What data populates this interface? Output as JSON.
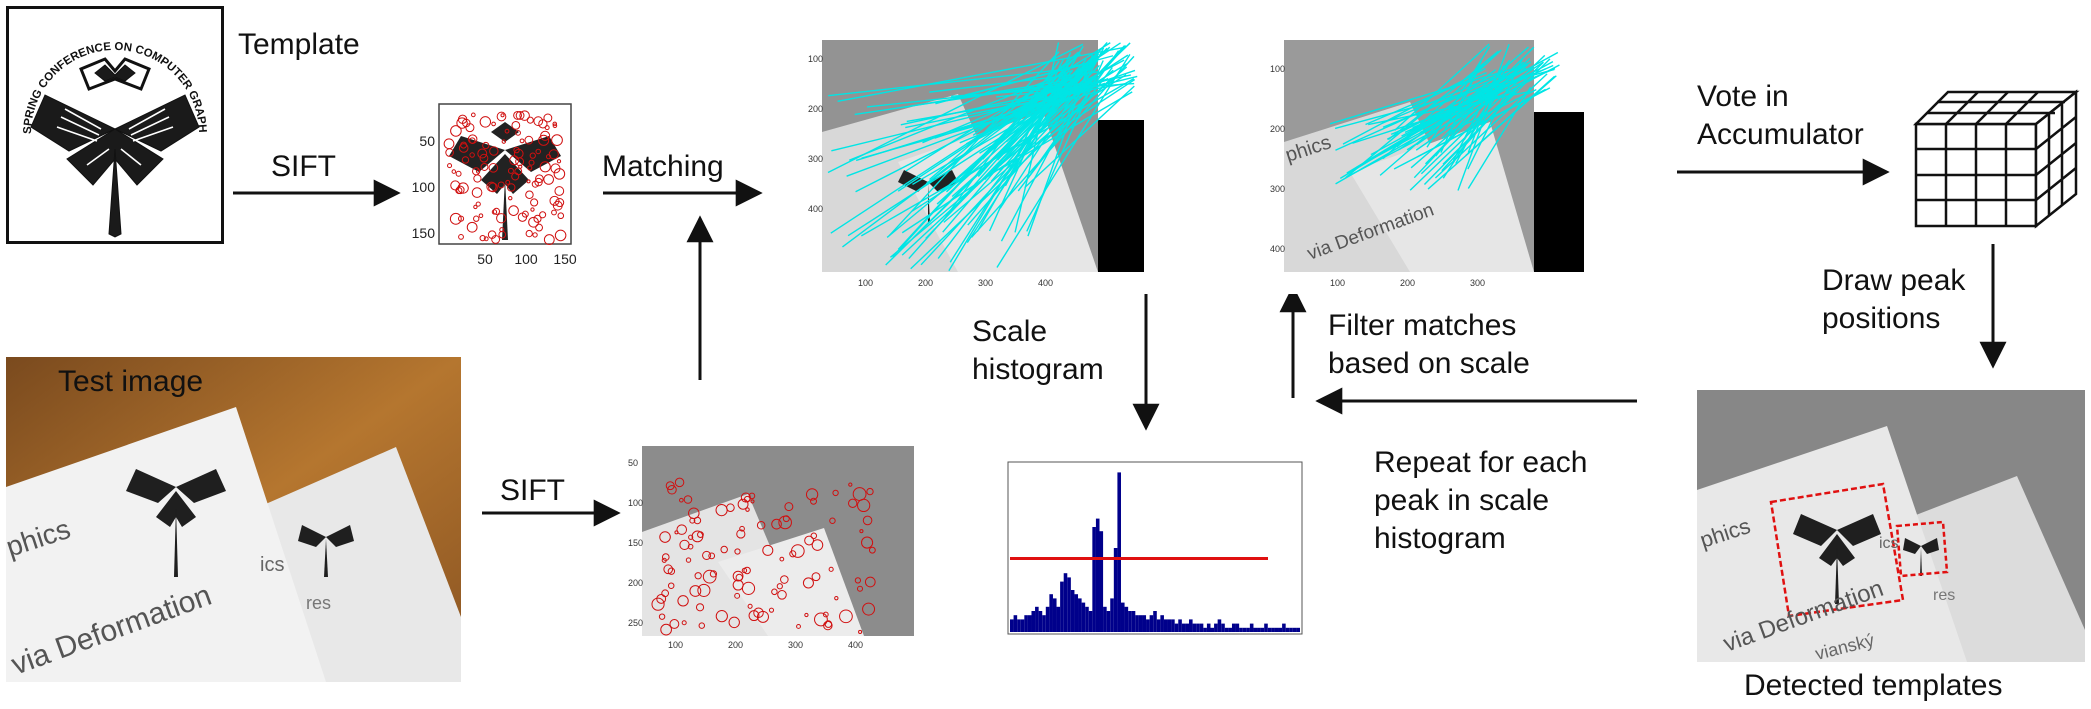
{
  "labels": {
    "template": "Template",
    "sift_top": "SIFT",
    "matching": "Matching",
    "vote_line1": "Vote in",
    "vote_line2": "Accumulator",
    "draw_line1": "Draw peak",
    "draw_line2": "positions",
    "scale_line1": "Scale",
    "scale_line2": "histogram",
    "filter_line1": "Filter matches",
    "filter_line2": "based on scale",
    "repeat_line1": "Repeat for each",
    "repeat_line2": "peak in scale",
    "repeat_line3": "histogram",
    "test_image": "Test image",
    "sift_bottom": "SIFT",
    "detected": "Detected templates"
  },
  "logo_text": "SPRING CONFERENCE ON COMPUTER GRAPHICS",
  "photo_text": {
    "graphics": "phics",
    "deformation": "via Deformation",
    "author": "vianský",
    "ics_small": "ics",
    "res_small": "res"
  },
  "sift_plot": {
    "y_ticks": [
      "50",
      "100",
      "150"
    ],
    "x_ticks": [
      "50",
      "100",
      "150"
    ]
  },
  "colors": {
    "match_lines": "#00e5e5",
    "keypoints": "#d01010",
    "histogram_bars": "#00008b",
    "threshold": "#e01010"
  },
  "histogram": {
    "values": [
      3,
      4,
      3,
      3,
      4,
      4,
      5,
      6,
      5,
      4,
      6,
      9,
      8,
      6,
      12,
      14,
      13,
      10,
      9,
      8,
      7,
      6,
      5,
      25,
      27,
      24,
      6,
      5,
      8,
      20,
      38,
      7,
      6,
      5,
      5,
      4,
      4,
      4,
      3,
      4,
      5,
      3,
      4,
      3,
      3,
      3,
      2,
      3,
      2,
      2,
      3,
      2,
      2,
      2,
      1,
      2,
      1,
      2,
      3,
      2,
      1,
      1,
      2,
      2,
      1,
      1,
      1,
      2,
      1,
      1,
      1,
      2,
      1,
      1,
      1,
      1,
      2,
      1,
      1,
      1,
      1
    ],
    "threshold": 17.5,
    "ymax": 40
  }
}
